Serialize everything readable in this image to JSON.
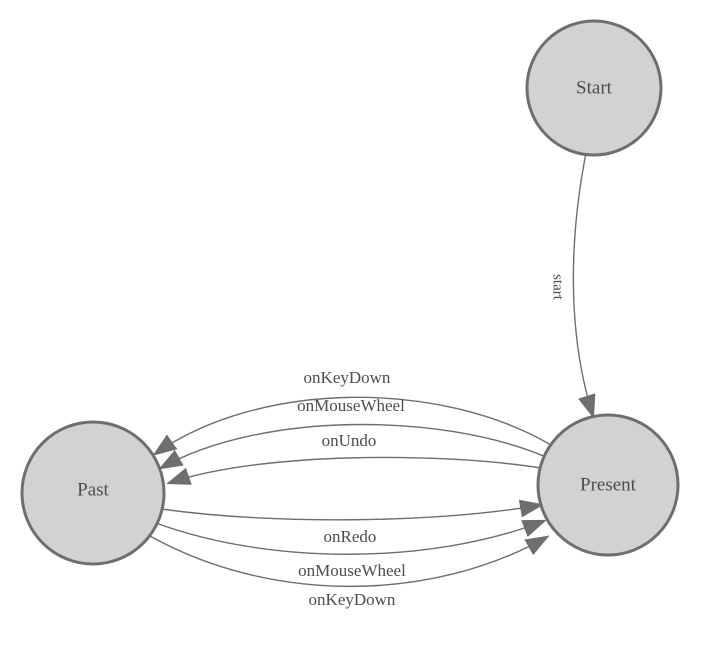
{
  "diagram": {
    "type": "state-machine",
    "background": "#ffffff",
    "node_fill": "#d2d2d2",
    "node_stroke": "#6e6e6e",
    "edge_color": "#6e6e6e",
    "arrowhead_color": "#6e6e6e",
    "label_color": "#4d4d4d",
    "nodes": {
      "start": {
        "label": "Start"
      },
      "present": {
        "label": "Present"
      },
      "past": {
        "label": "Past"
      }
    },
    "edges": {
      "start_to_present": {
        "from": "Start",
        "to": "Present",
        "label": "start"
      },
      "present_to_past_keydown": {
        "from": "Present",
        "to": "Past",
        "label": "onKeyDown"
      },
      "present_to_past_mousewheel": {
        "from": "Present",
        "to": "Past",
        "label": "onMouseWheel"
      },
      "present_to_past_undo": {
        "from": "Present",
        "to": "Past",
        "label": "onUndo"
      },
      "past_to_present_redo": {
        "from": "Past",
        "to": "Present",
        "label": "onRedo"
      },
      "past_to_present_mousewheel": {
        "from": "Past",
        "to": "Present",
        "label": "onMouseWheel"
      },
      "past_to_present_keydown": {
        "from": "Past",
        "to": "Present",
        "label": "onKeyDown"
      }
    }
  }
}
